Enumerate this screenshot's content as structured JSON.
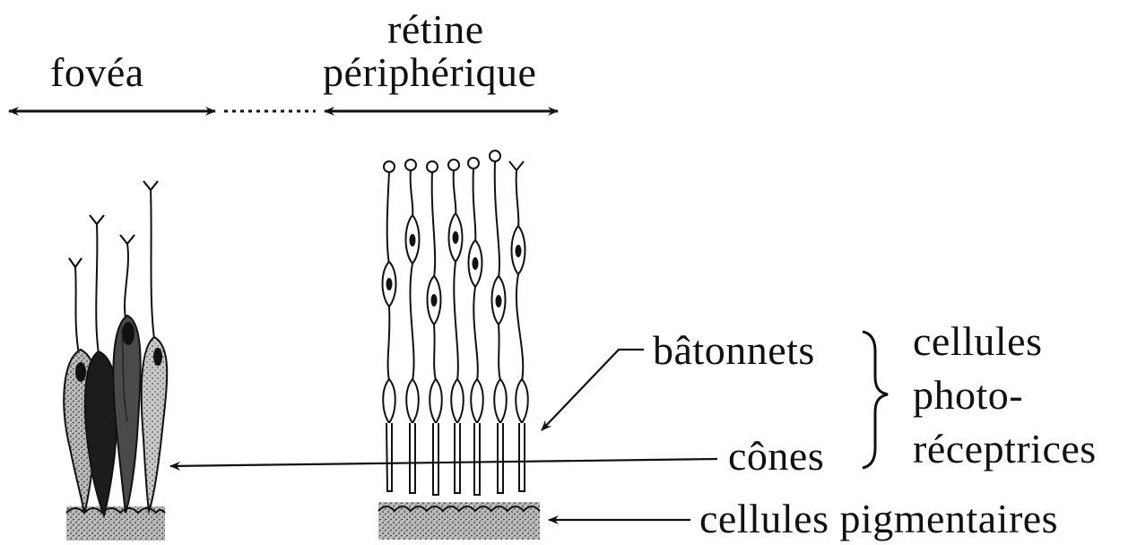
{
  "labels": {
    "fovea": "fovéa",
    "retine": "rétine",
    "peripherique": "périphérique",
    "batonnets": "bâtonnets",
    "cones": "cônes",
    "cellules": "cellules",
    "photo": "photo-",
    "receptrices": "réceptrices",
    "pigmentaires": "cellules pigmentaires"
  },
  "colors": {
    "ink": "#111111",
    "cone_dark": "#1c1c1c",
    "cone_mid": "#4a4a4a",
    "cone_light": "#8a8a8a",
    "pigment": "#9a9a9a"
  }
}
